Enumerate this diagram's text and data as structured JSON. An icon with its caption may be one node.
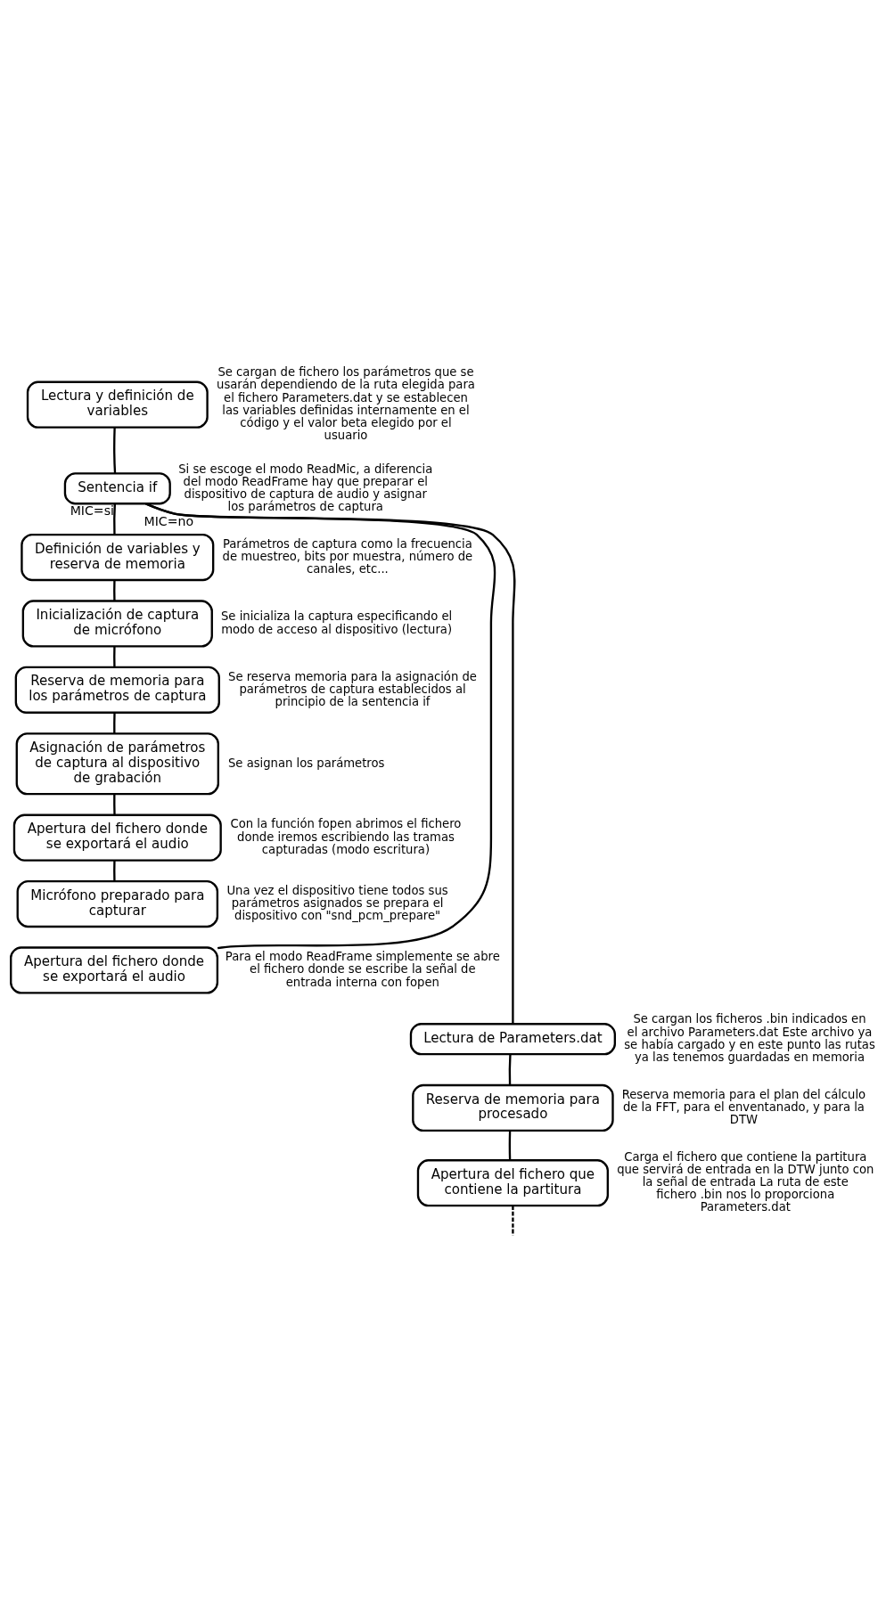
{
  "diagram": {
    "nodes": [
      {
        "text": [
          "Lectura y definición de variables"
        ],
        "beside": [
          "Se cargan de fichero los parámetros que se usarán dependiendo de la ruta elegida para el fichero Parameters.dat y se establecen las variables definidas internamente en el código y el valor beta elegido por el usuario"
        ]
      },
      {
        "text": [
          "Sentencia if"
        ],
        "beside": [
          "Si se escoge el modo ReadMic, a diferencia del modo ReadFrame hay que preparar el dispositivo de captura de audio y asignar los parámetros de captura"
        ]
      },
      {
        "text": [
          "Definición de variables y reserva de memoria"
        ],
        "beside": [
          "Parámetros de captura como la frecuencia de muestreo, bits por muestra, número de canales, etc..."
        ]
      },
      {
        "text": [
          "Inicialización de captura de micrófono"
        ],
        "beside": [
          "Se inicializa la captura especificando el modo de acceso al dispositivo (lectura)"
        ]
      },
      {
        "text": [
          "Reserva de memoria para los parámetros de captura"
        ],
        "beside": [
          "Se reserva memoria para la asignación de parámetros de captura establecidos al principio de la sentencia if"
        ]
      },
      {
        "text": [
          "Asignación de parámetros de captura al dispositivo de grabación"
        ],
        "beside": [
          "Se asignan los parámetros"
        ]
      },
      {
        "text": [
          "Apertura del fichero donde se exportará el audio"
        ],
        "beside": [
          "Con la función fopen abrimos el fichero donde iremos escribiendo las tramas capturadas (modo escritura)"
        ]
      },
      {
        "text": [
          "Micrófono preparado para capturar"
        ],
        "beside": [
          "Una vez el dispositivo tiene todos sus parámetros asignados se prepara el dispositivo con \"snd_pcm_prepare\""
        ]
      },
      {
        "text": [
          "Apertura del fichero donde se exportará el audio"
        ],
        "beside": [
          "Para el modo ReadFrame simplemente se abre el fichero donde se escribe la señal de entrada interna con fopen"
        ]
      },
      {
        "text": [
          "Lectura de Parameters.dat"
        ],
        "beside": [
          "Se cargan los ficheros .bin indicados en el archivo Parameters.dat Este archivo ya se había cargado y en este punto las rutas ya las tenemos guardadas en memoria"
        ]
      },
      {
        "text": [
          "Reserva de memoria para procesado"
        ],
        "beside": [
          "Reserva memoria para el plan del cálculo de la FFT, para el enventanado, y para la DTW"
        ]
      },
      {
        "text": [
          "Apertura del fichero que contiene la partitura"
        ],
        "beside": [
          "Carga el fichero que contiene la partitura que servirá de entrada en la DTW junto con la señal de entrada La ruta de este fichero .bin nos lo proporciona Parameters.dat"
        ]
      }
    ],
    "edges": [
      {
        "from": 0,
        "to": 1,
        "arrow": "none"
      },
      {
        "from": 1,
        "to": 2,
        "arrow": "none",
        "label": "MIC=si"
      },
      {
        "from": 2,
        "to": 3,
        "arrow": "none"
      },
      {
        "from": 3,
        "to": 4,
        "arrow": "none"
      },
      {
        "from": 4,
        "to": 5,
        "arrow": "none"
      },
      {
        "from": 5,
        "to": 6,
        "arrow": "none"
      },
      {
        "from": 6,
        "to": 7,
        "arrow": "none"
      },
      {
        "from": 1,
        "to": 8,
        "arrow": "none",
        "label": "MIC=no"
      },
      {
        "from": 1,
        "to": 9,
        "arrow": "none"
      },
      {
        "from": 9,
        "to": 10,
        "arrow": "none"
      },
      {
        "from": 10,
        "to": 11,
        "arrow": "none"
      },
      {
        "from": 11,
        "to": null,
        "arrow": "none",
        "style": "dashed"
      }
    ]
  }
}
